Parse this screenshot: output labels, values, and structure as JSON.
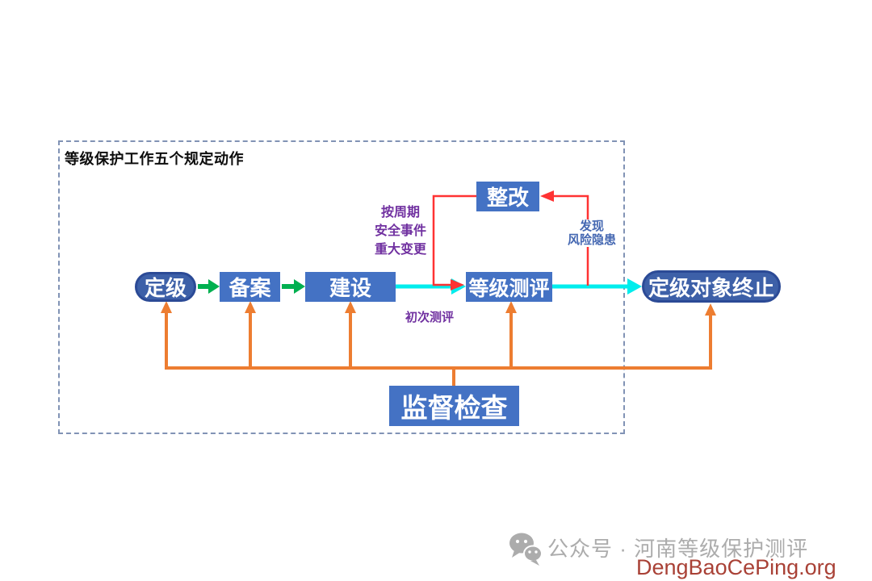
{
  "diagram": {
    "title": "等级保护工作五个规定动作",
    "nodes": {
      "grading": "定级",
      "filing": "备案",
      "construction": "建设",
      "level_assessment": "等级测评",
      "rectification": "整改",
      "object_termination": "定级对象终止",
      "supervision": "监督检查"
    },
    "labels": {
      "cycle_line1": "按周期",
      "cycle_line2": "安全事件",
      "cycle_line3": "重大变更",
      "initial_assessment": "初次测评",
      "found_line1": "发现",
      "found_line2": "风险隐患"
    },
    "colors": {
      "node_fill": "#4472C4",
      "pill_fill": "#3D60A8",
      "pill_border": "#2B4A96",
      "green_arrow": "#00B050",
      "cyan_arrow": "#00EDED",
      "red_arrow": "#FF3333",
      "orange_arrow": "#ED7D31",
      "purple_label": "#7030A0",
      "blue_label": "#4568B2",
      "frame_border": "#8193B5"
    }
  },
  "watermark": {
    "account_text": "公众号 · 河南等级保护测评",
    "site": "DengBaoCePing.org",
    "icon": "wechat-icon",
    "gray": "#ACACAC",
    "red": "#A94136"
  }
}
